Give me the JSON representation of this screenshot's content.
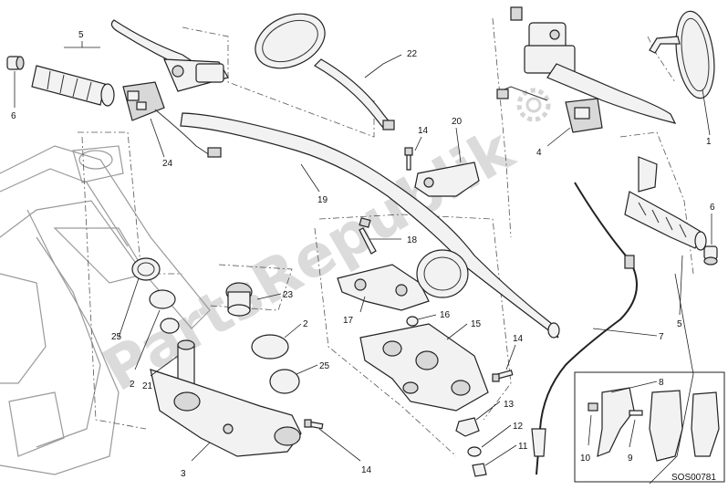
{
  "watermark": "PartsRepublik",
  "reference_code": "SOS00781",
  "callouts": {
    "c1": "1",
    "c2a": "2",
    "c2b": "2",
    "c3": "3",
    "c4": "4",
    "c5a": "5",
    "c5b": "5",
    "c6a": "6",
    "c6b": "6",
    "c7": "7",
    "c8": "8",
    "c9": "9",
    "c10": "10",
    "c11": "11",
    "c12": "12",
    "c13": "13",
    "c14a": "14",
    "c14b": "14",
    "c14c": "14",
    "c15": "15",
    "c16": "16",
    "c17": "17",
    "c18": "18",
    "c19": "19",
    "c20": "20",
    "c21": "21",
    "c22": "22",
    "c23": "23",
    "c24": "24",
    "c25a": "25",
    "c25b": "25"
  }
}
